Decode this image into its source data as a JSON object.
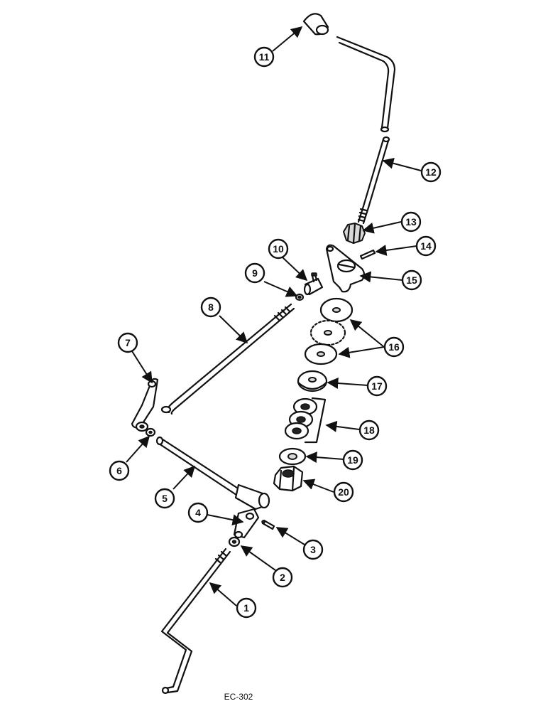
{
  "diagram": {
    "colors": {
      "ink": "#111111",
      "paper": "#ffffff"
    },
    "callouts": [
      "1",
      "2",
      "3",
      "4",
      "5",
      "6",
      "7",
      "8",
      "9",
      "10",
      "11",
      "12",
      "13",
      "14",
      "15",
      "16",
      "17",
      "18",
      "19",
      "20"
    ],
    "drawing_code": "EC-302"
  }
}
